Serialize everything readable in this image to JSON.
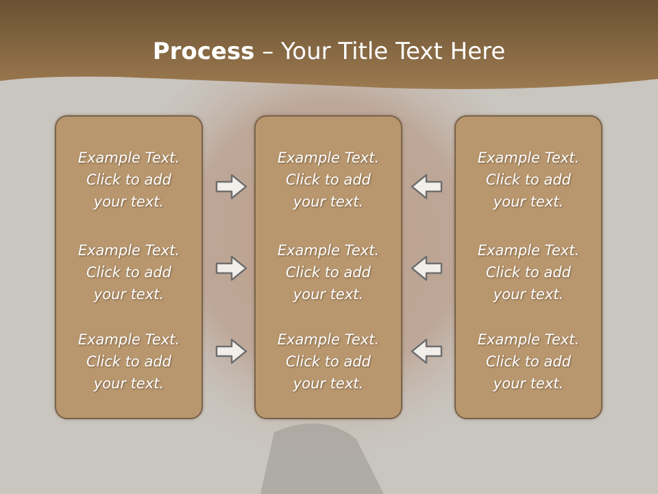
{
  "slide": {
    "title_bold": "Process",
    "title_rest": " – Your Title Text Here"
  },
  "columns": [
    {
      "items": [
        "Example Text.\nClick  to add\nyour text.",
        "Example Text.\nClick  to add\nyour text.",
        "Example Text.\nClick  to add\nyour text."
      ]
    },
    {
      "items": [
        "Example Text.\nClick  to add\nyour text.",
        "Example Text.\nClick  to add\nyour text.",
        "Example Text.\nClick  to add\nyour text."
      ]
    },
    {
      "items": [
        "Example Text.\nClick  to add\nyour text.",
        "Example Text.\nClick  to add\nyour text.",
        "Example Text.\nClick  to add\nyour text."
      ]
    }
  ],
  "arrows": {
    "left_group": "right-arrow-icon",
    "right_group": "left-arrow-icon"
  },
  "colors": {
    "header_brown": "#8a6a45",
    "panel_fill": "#b8976f",
    "panel_border": "#7a6248",
    "background": "#c9c5bf",
    "text": "#ffffff"
  }
}
